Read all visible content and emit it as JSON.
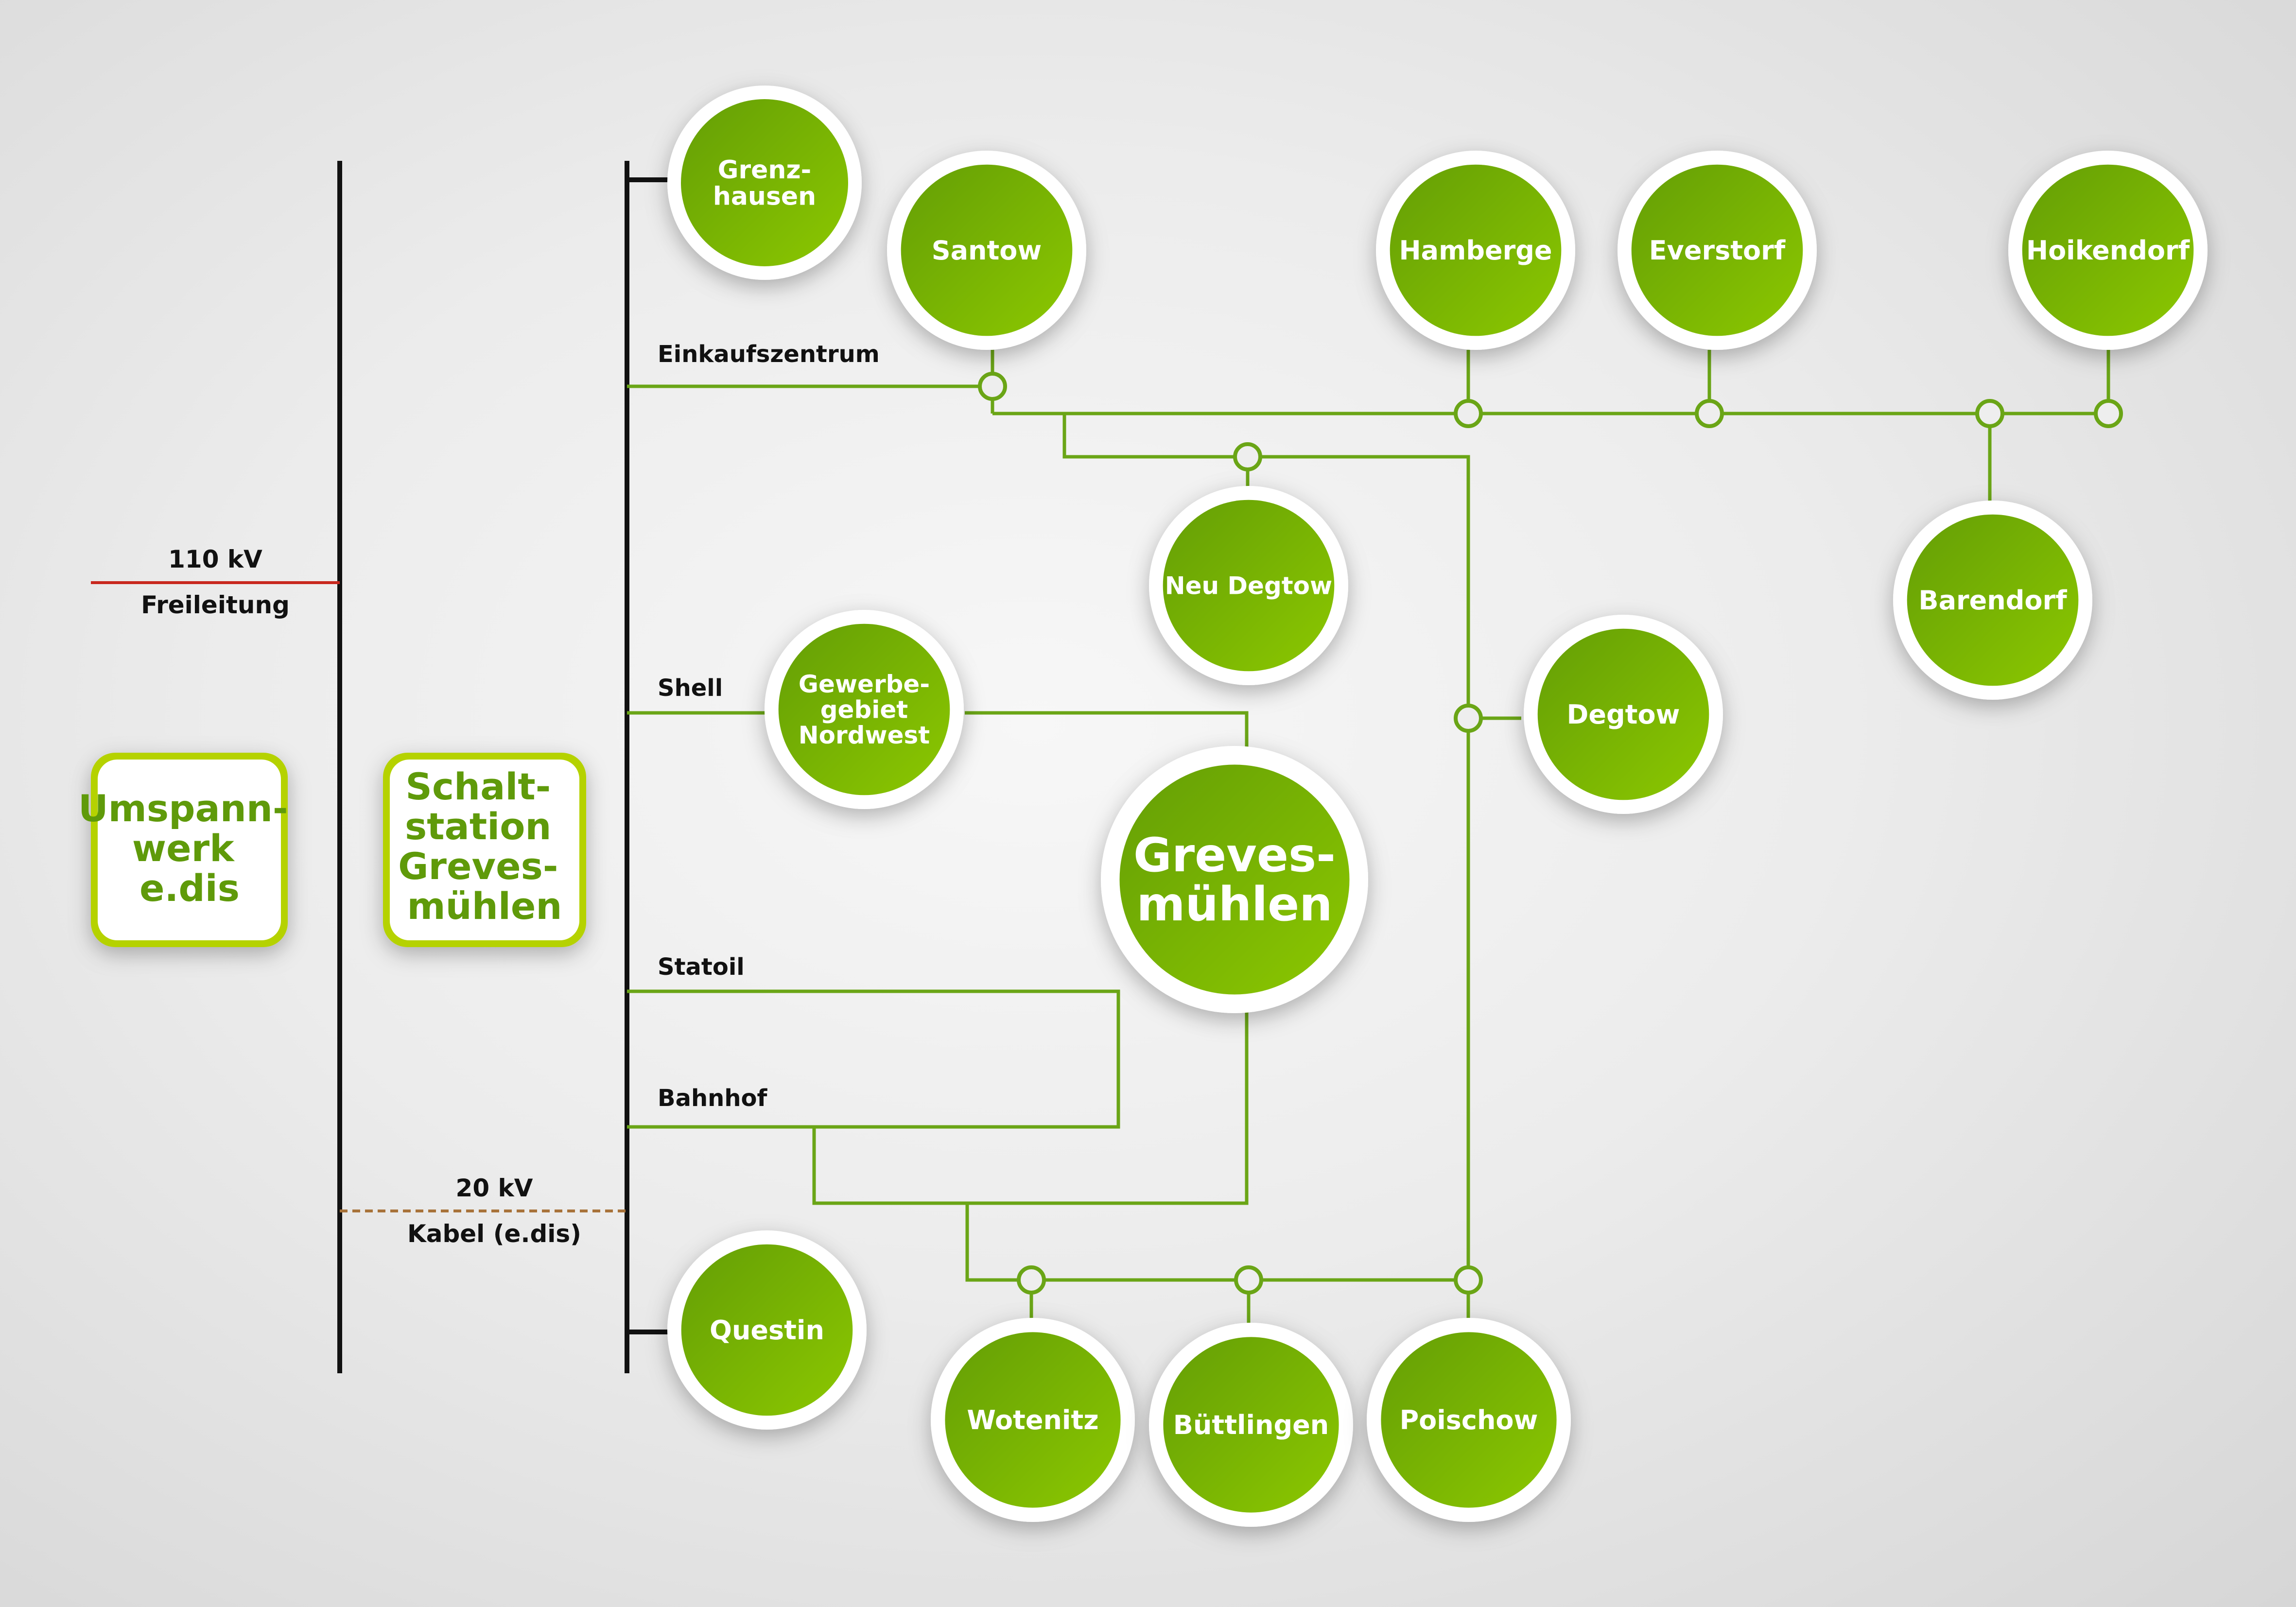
{
  "legend": {
    "hv_voltage": "110 kV",
    "hv_type": "Freileitung",
    "mv_voltage": "20 kV",
    "mv_type": "Kabel (e.dis)"
  },
  "boxes": {
    "umspannwerk": [
      "Umspann-",
      "werk",
      "e.dis"
    ],
    "schaltstation": [
      "Schalt-",
      "station",
      "Greves-",
      "mühlen"
    ]
  },
  "feeders": {
    "einkaufszentrum": "Einkaufszentrum",
    "shell": "Shell",
    "statoil": "Statoil",
    "bahnhof": "Bahnhof"
  },
  "nodes": {
    "grenzhausen": [
      "Grenz-",
      "hausen"
    ],
    "santow": [
      "Santow"
    ],
    "hamberge": [
      "Hamberge"
    ],
    "everstorf": [
      "Everstorf"
    ],
    "hoikendorf": [
      "Hoikendorf"
    ],
    "neu_degtow": [
      "Neu Degtow"
    ],
    "barendorf": [
      "Barendorf"
    ],
    "gewerbegebiet": [
      "Gewerbe-",
      "gebiet",
      "Nordwest"
    ],
    "degtow": [
      "Degtow"
    ],
    "grevesmuehlen": [
      "Greves-",
      "mühlen"
    ],
    "questin": [
      "Questin"
    ],
    "wotenitz": [
      "Wotenitz"
    ],
    "buettlingen": [
      "Büttlingen"
    ],
    "poischow": [
      "Poischow"
    ]
  },
  "colors": {
    "green_line": "#6aa516",
    "node_dark": "#6aa50a",
    "node_light": "#86c400",
    "box_border": "#b5d200",
    "box_text": "#5f9a0a",
    "hv_line": "#c8281e",
    "mv_line": "#a8733a",
    "bus": "#111111"
  }
}
